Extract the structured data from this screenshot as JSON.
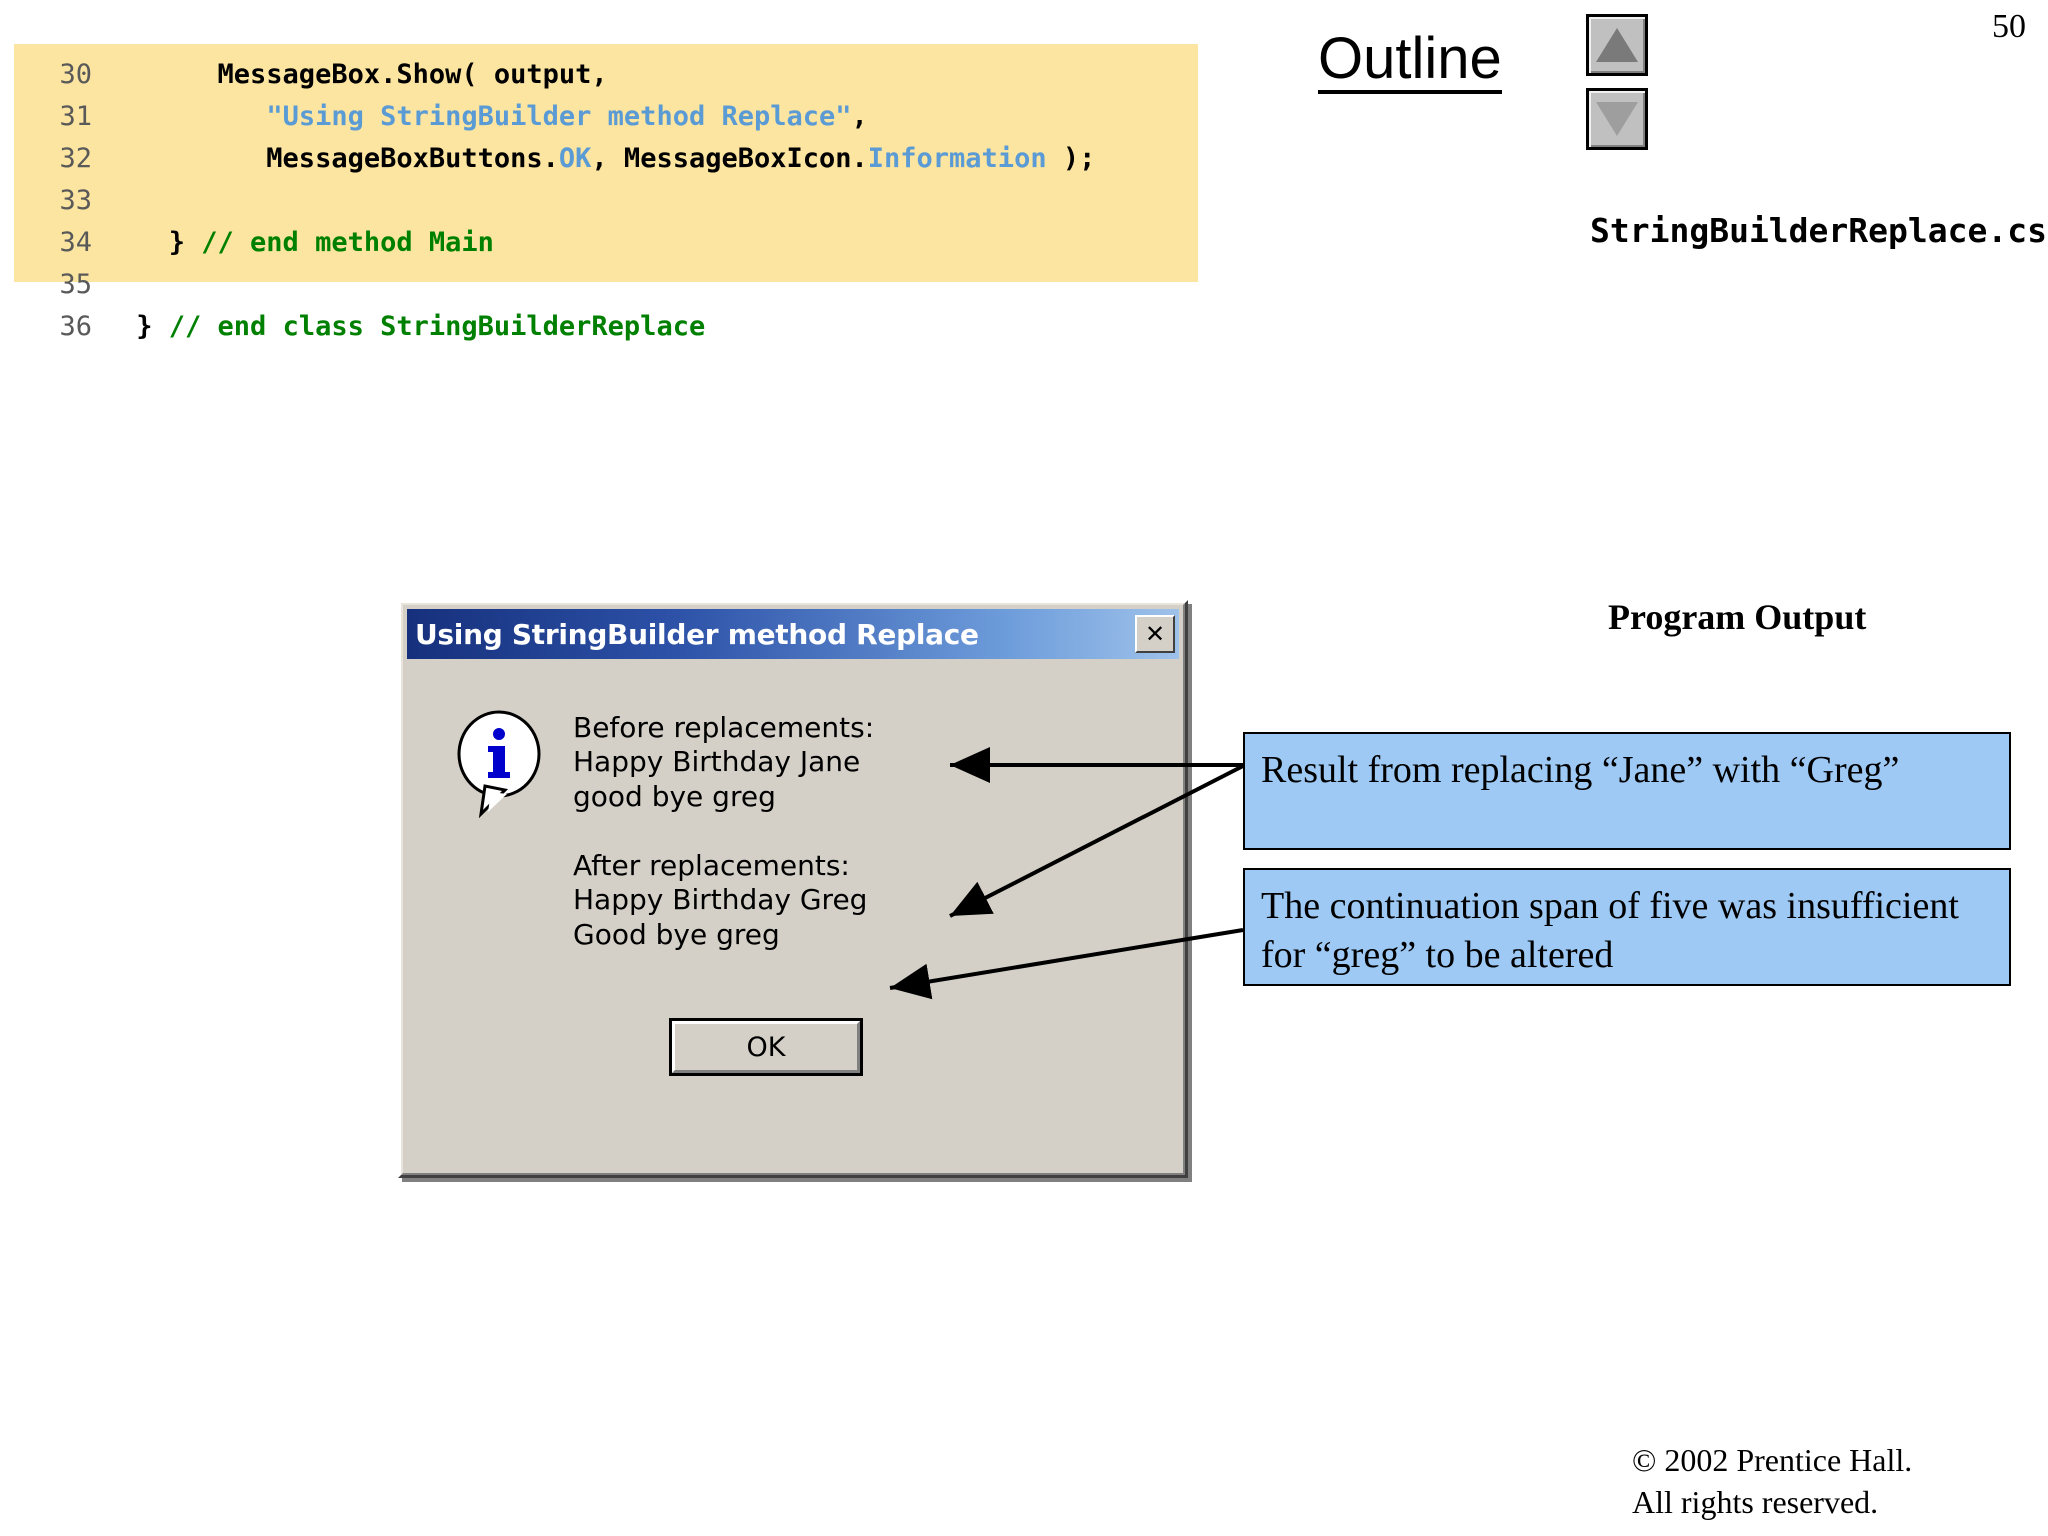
{
  "slide": {
    "page_number": "50",
    "outline_title": "Outline",
    "file_name": "StringBuilderReplace.cs",
    "program_output_label": "Program Output",
    "copyright_line_1": "© 2002 Prentice Hall.",
    "copyright_line_2": "All rights reserved.",
    "nav_up_icon": "triangle-up-icon",
    "nav_down_icon": "triangle-down-icon"
  },
  "code": {
    "background_color": "#fce5a0",
    "lines": [
      {
        "number": "30",
        "segments": [
          {
            "text": "      MessageBox.Show( output,",
            "style": "plain"
          }
        ]
      },
      {
        "number": "31",
        "segments": [
          {
            "text": "         ",
            "style": "plain"
          },
          {
            "text": "\"Using StringBuilder method Replace\"",
            "style": "string"
          },
          {
            "text": ",",
            "style": "plain"
          }
        ]
      },
      {
        "number": "32",
        "segments": [
          {
            "text": "         MessageBoxButtons.",
            "style": "plain"
          },
          {
            "text": "OK",
            "style": "enum"
          },
          {
            "text": ", MessageBoxIcon.",
            "style": "plain"
          },
          {
            "text": "Information",
            "style": "enum"
          },
          {
            "text": " );",
            "style": "plain"
          }
        ]
      },
      {
        "number": "33",
        "segments": [
          {
            "text": "",
            "style": "plain"
          }
        ]
      },
      {
        "number": "34",
        "segments": [
          {
            "text": "   } ",
            "style": "plain"
          },
          {
            "text": "// end method Main",
            "style": "comment"
          }
        ]
      },
      {
        "number": "35",
        "segments": [
          {
            "text": "",
            "style": "plain"
          }
        ]
      },
      {
        "number": "36",
        "segments": [
          {
            "text": " } ",
            "style": "plain"
          },
          {
            "text": "// end class StringBuilderReplace",
            "style": "comment"
          }
        ]
      }
    ]
  },
  "dialog": {
    "title": "Using StringBuilder method Replace",
    "close_label": "✕",
    "icon": "information-icon",
    "message": "Before replacements:\nHappy Birthday Jane\ngood bye greg\n\nAfter replacements:\nHappy Birthday Greg\nGood bye greg",
    "ok_label": "OK"
  },
  "callouts": [
    {
      "text": "Result from replacing “Jane” with “Greg”",
      "color": "#9dc9f4"
    },
    {
      "text": "The continuation span of five was insufficient for “greg” to be altered",
      "color": "#9dc9f4"
    }
  ]
}
